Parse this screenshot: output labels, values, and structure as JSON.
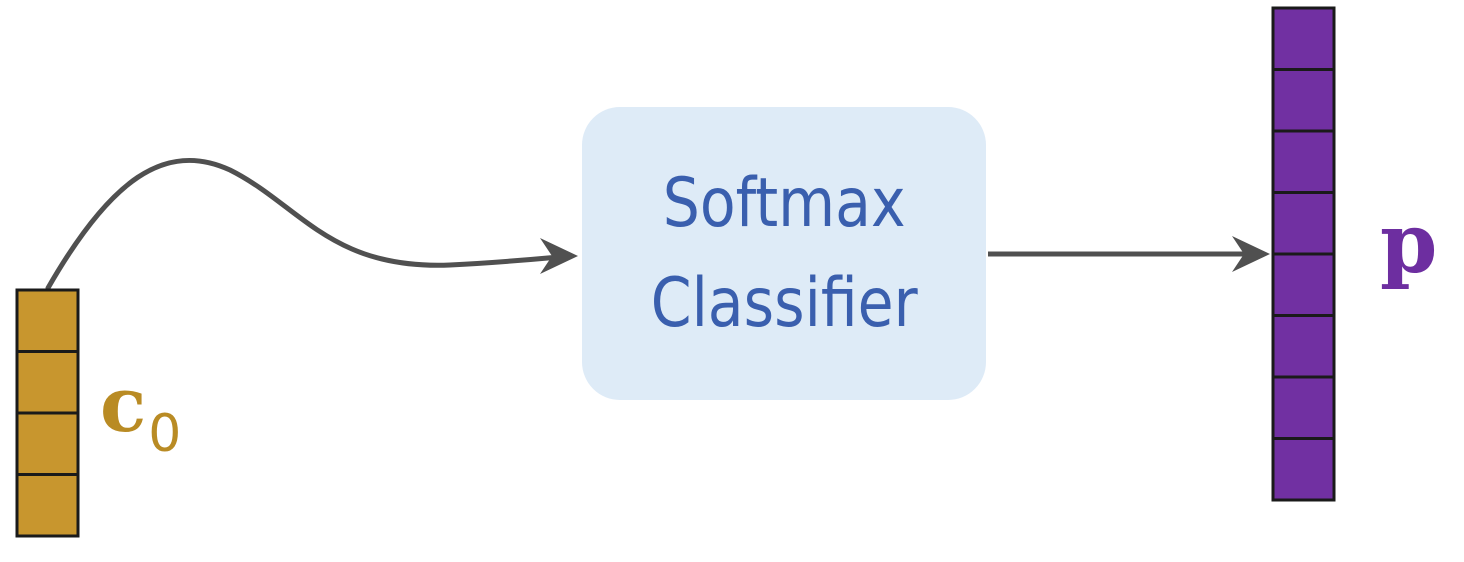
{
  "classifier": {
    "line1": "Softmax",
    "line2": "Classifier"
  },
  "input_vector": {
    "symbol": "c",
    "subscript": "0",
    "cells": 4,
    "color": "#c8962e"
  },
  "output_vector": {
    "symbol": "p",
    "cells": 8,
    "color": "#7130a2"
  },
  "arrow_color": "#505050"
}
